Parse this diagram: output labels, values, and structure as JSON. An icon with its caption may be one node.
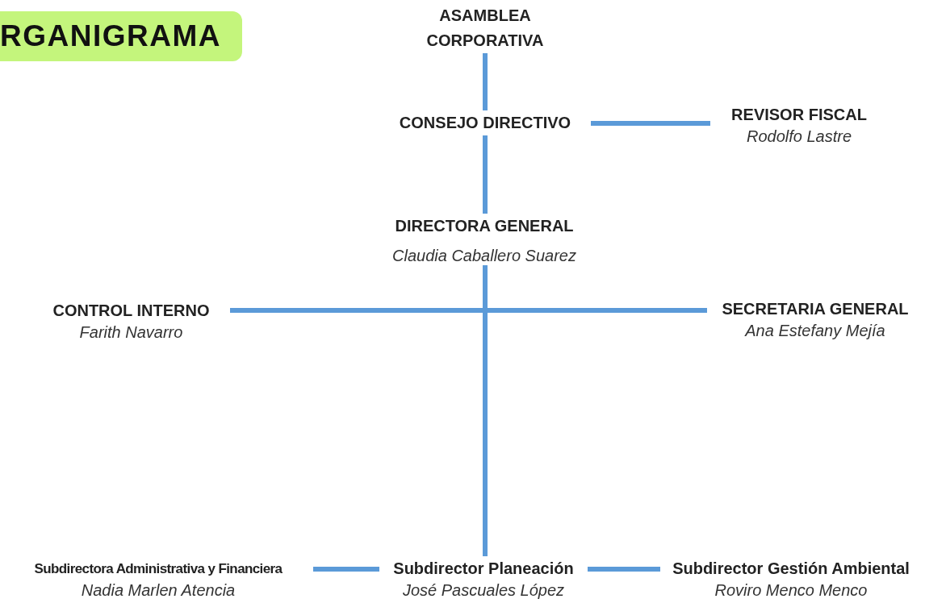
{
  "diagram": {
    "title": "RGANIGRAMA",
    "nodes": [
      {
        "text": [
          "ASAMBLEA CORPORATIVA"
        ]
      },
      {
        "text": [
          "CONSEJO DIRECTIVO"
        ]
      },
      {
        "text": [
          "REVISOR FISCAL",
          "Rodolfo Lastre"
        ]
      },
      {
        "text": [
          "DIRECTORA GENERAL",
          "Claudia Caballero Suarez"
        ]
      },
      {
        "text": [
          "CONTROL INTERNO",
          "Farith Navarro"
        ]
      },
      {
        "text": [
          "SECRETARIA GENERAL",
          "Ana Estefany Mejía"
        ]
      },
      {
        "text": [
          "Subdirectora Administrativa y Financiera",
          "Nadia Marlen Atencia"
        ]
      },
      {
        "text": [
          "Subdirector Planeación",
          "José Pascuales López"
        ]
      },
      {
        "text": [
          "Subdirector Gestión Ambiental",
          "Roviro Menco Menco"
        ]
      }
    ],
    "edges": [
      {
        "from": 0,
        "to": 1,
        "arrow": "none"
      },
      {
        "from": 1,
        "to": 2,
        "arrow": "none"
      },
      {
        "from": 1,
        "to": 3,
        "arrow": "none"
      },
      {
        "from": 3,
        "to": 7,
        "arrow": "none"
      },
      {
        "from": 4,
        "to": 5,
        "arrow": "none"
      },
      {
        "from": 6,
        "to": 7,
        "arrow": "none"
      },
      {
        "from": 7,
        "to": 8,
        "arrow": "none"
      }
    ]
  }
}
